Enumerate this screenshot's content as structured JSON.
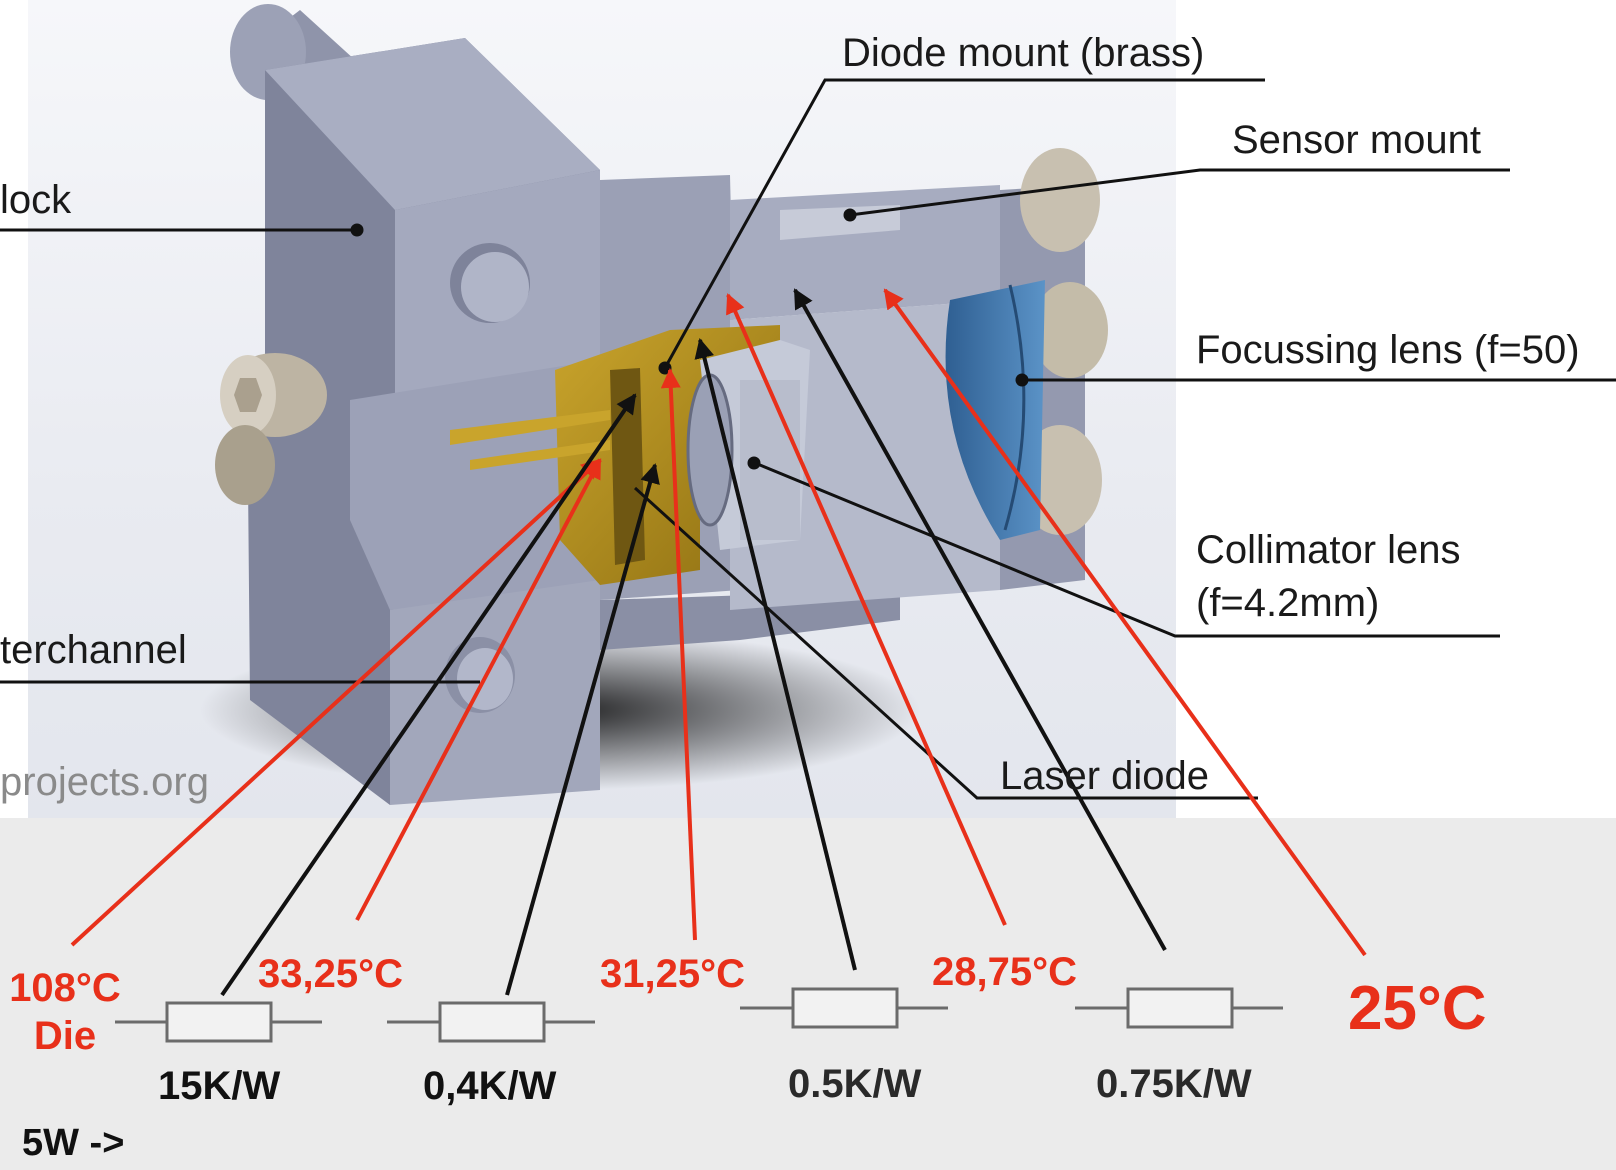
{
  "labels": {
    "block": "lock",
    "diode_mount": "Diode mount (brass)",
    "sensor_mount": "Sensor mount",
    "focussing_lens": "Focussing lens (f=50)",
    "collimator_lens_line1": "Collimator lens",
    "collimator_lens_line2": "(f=4.2mm)",
    "waterchannel": "terchannel",
    "watermark": "projects.org",
    "laser_diode": "Laser diode"
  },
  "thermal_model": {
    "temperatures": {
      "die_temp": "108°C",
      "die_label": "Die",
      "t1": "33,25°C",
      "t2": "31,25°C",
      "t3": "28,75°C",
      "ambient": "25°C"
    },
    "resistances": [
      "15K/W",
      "0,4K/W",
      "0.5K/W",
      "0.75K/W"
    ],
    "power": "5W ->"
  },
  "colors": {
    "annotation_red": "#e8301a",
    "leader_black": "#111111",
    "housing": "#9ea3b8",
    "brass": "#b8901c",
    "lens_blue": "#3f7ab2",
    "screw": "#c8c0b0"
  }
}
